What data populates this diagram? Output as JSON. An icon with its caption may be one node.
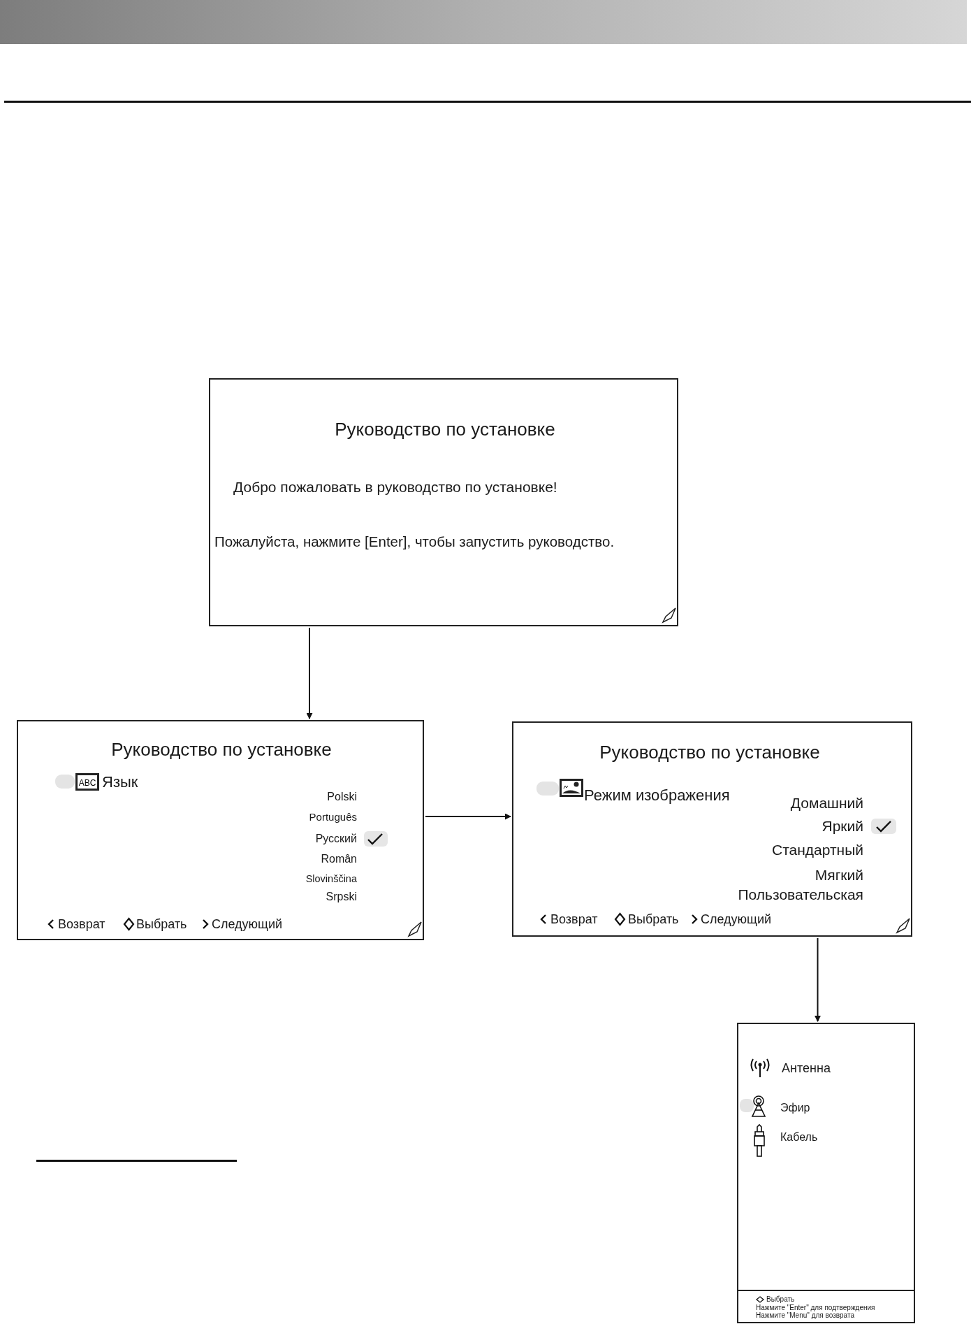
{
  "diagram": {
    "nodes": [
      {
        "text": [
          "Руководство по установке",
          "Добро пожаловать в руководство по установке!",
          "Пожалуйста, нажмите [Enter], чтобы запустить руководство."
        ]
      },
      {
        "text": [
          "Руководство по установке",
          "Язык",
          "Polski",
          "Português",
          "Русский",
          "Român",
          "Slovinščina",
          "Srpski",
          "Возврат",
          "Выбрать",
          "Следующий"
        ]
      },
      {
        "text": [
          "Руководство по установке",
          "Режим изображения",
          "Домашний",
          "Яркий",
          "Стандартный",
          "Мягкий",
          "Пользовательская",
          "Возврат",
          "Выбрать",
          "Следующий"
        ]
      },
      {
        "text": [
          "Антенна",
          "Эфир",
          "Кабель",
          "Выбрать",
          "Нажмите \"Enter\" для подтверждения",
          "Нажмите \"Menu\" для  возврата"
        ]
      }
    ],
    "edges": [
      {
        "from": 0,
        "to": 1,
        "arrow": "to"
      },
      {
        "from": 1,
        "to": 2,
        "arrow": "to"
      },
      {
        "from": 2,
        "to": 3,
        "arrow": "to"
      }
    ],
    "labels": [
      "ABC"
    ]
  }
}
